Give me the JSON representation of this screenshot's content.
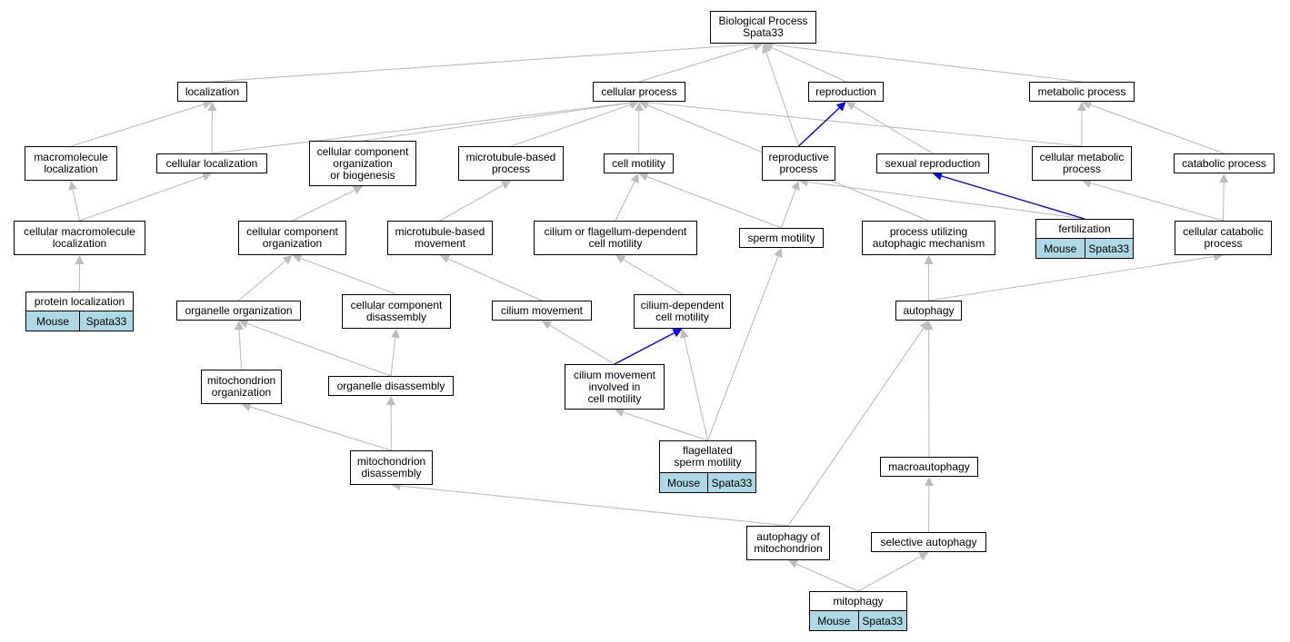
{
  "colors": {
    "edge": "#bdbdbd",
    "highlight_edge": "#0000ff",
    "annotation_bg": "#add8e6"
  },
  "nodes": {
    "bp": {
      "label": "Biological Process\nSpata33"
    },
    "loc": {
      "label": "localization"
    },
    "cp": {
      "label": "cellular process"
    },
    "rep": {
      "label": "reproduction"
    },
    "mp": {
      "label": "metabolic process"
    },
    "ml": {
      "label": "macromolecule\nlocalization"
    },
    "cl": {
      "label": "cellular localization"
    },
    "ccob": {
      "label": "cellular component\norganization\nor biogenesis"
    },
    "mbp": {
      "label": "microtubule-based\nprocess"
    },
    "cm": {
      "label": "cell motility"
    },
    "rp": {
      "label": "reproductive\nprocess"
    },
    "sr": {
      "label": "sexual reproduction"
    },
    "cmp": {
      "label": "cellular metabolic\nprocess"
    },
    "catp": {
      "label": "catabolic process"
    },
    "cml": {
      "label": "cellular macromolecule\nlocalization"
    },
    "cco": {
      "label": "cellular component\norganization"
    },
    "mbm": {
      "label": "microtubule-based\nmovement"
    },
    "cfdcm": {
      "label": "cilium or flagellum-dependent\ncell motility"
    },
    "spm": {
      "label": "sperm motility"
    },
    "puam": {
      "label": "process utilizing\nautophagic mechanism"
    },
    "fert": {
      "label": "fertilization",
      "species": "Mouse",
      "gene": "Spata33"
    },
    "ccp": {
      "label": "cellular catabolic\nprocess"
    },
    "pl": {
      "label": "protein localization",
      "species": "Mouse",
      "gene": "Spata33"
    },
    "oo": {
      "label": "organelle organization"
    },
    "ccd": {
      "label": "cellular component\ndisassembly"
    },
    "cmov": {
      "label": "cilium movement"
    },
    "cdcm": {
      "label": "cilium-dependent\ncell motility"
    },
    "auto": {
      "label": "autophagy"
    },
    "mo": {
      "label": "mitochondrion\norganization"
    },
    "od": {
      "label": "organelle disassembly"
    },
    "cmicm": {
      "label": "cilium movement\ninvolved in\ncell motility"
    },
    "md": {
      "label": "mitochondrion\ndisassembly"
    },
    "fsm": {
      "label": "flagellated\nsperm motility",
      "species": "Mouse",
      "gene": "Spata33"
    },
    "macro": {
      "label": "macroautophagy"
    },
    "aom": {
      "label": "autophagy of\nmitochondrion"
    },
    "sa": {
      "label": "selective autophagy"
    },
    "mito": {
      "label": "mitophagy",
      "species": "Mouse",
      "gene": "Spata33"
    }
  },
  "edges": [
    [
      "loc",
      "bp",
      false
    ],
    [
      "cp",
      "bp",
      false
    ],
    [
      "rep",
      "bp",
      false
    ],
    [
      "mp",
      "bp",
      false
    ],
    [
      "rp",
      "bp",
      false
    ],
    [
      "ml",
      "loc",
      false
    ],
    [
      "cl",
      "loc",
      false
    ],
    [
      "cl",
      "cp",
      false
    ],
    [
      "ccob",
      "cp",
      false
    ],
    [
      "mbp",
      "cp",
      false
    ],
    [
      "cm",
      "cp",
      false
    ],
    [
      "cmp",
      "cp",
      false
    ],
    [
      "puam",
      "cp",
      false
    ],
    [
      "rp",
      "rep",
      true
    ],
    [
      "sr",
      "rep",
      false
    ],
    [
      "cmp",
      "mp",
      false
    ],
    [
      "catp",
      "mp",
      false
    ],
    [
      "cml",
      "ml",
      false
    ],
    [
      "cml",
      "cl",
      false
    ],
    [
      "cco",
      "ccob",
      false
    ],
    [
      "mbm",
      "mbp",
      false
    ],
    [
      "cfdcm",
      "cm",
      false
    ],
    [
      "spm",
      "cm",
      false
    ],
    [
      "spm",
      "rp",
      false
    ],
    [
      "fert",
      "rp",
      false
    ],
    [
      "fert",
      "sr",
      true
    ],
    [
      "ccp",
      "cmp",
      false
    ],
    [
      "ccp",
      "catp",
      false
    ],
    [
      "pl",
      "cml",
      false
    ],
    [
      "oo",
      "cco",
      false
    ],
    [
      "ccd",
      "cco",
      false
    ],
    [
      "cmov",
      "mbm",
      false
    ],
    [
      "cdcm",
      "cfdcm",
      false
    ],
    [
      "auto",
      "puam",
      false
    ],
    [
      "auto",
      "ccp",
      false
    ],
    [
      "mo",
      "oo",
      false
    ],
    [
      "od",
      "oo",
      false
    ],
    [
      "od",
      "ccd",
      false
    ],
    [
      "cmicm",
      "cmov",
      false
    ],
    [
      "cmicm",
      "cdcm",
      true
    ],
    [
      "md",
      "mo",
      false
    ],
    [
      "md",
      "od",
      false
    ],
    [
      "fsm",
      "cmicm",
      false
    ],
    [
      "fsm",
      "cdcm",
      false
    ],
    [
      "fsm",
      "spm",
      false
    ],
    [
      "macro",
      "auto",
      false
    ],
    [
      "aom",
      "auto",
      false
    ],
    [
      "aom",
      "md",
      false
    ],
    [
      "sa",
      "macro",
      false
    ],
    [
      "mito",
      "aom",
      false
    ],
    [
      "mito",
      "sa",
      false
    ]
  ]
}
